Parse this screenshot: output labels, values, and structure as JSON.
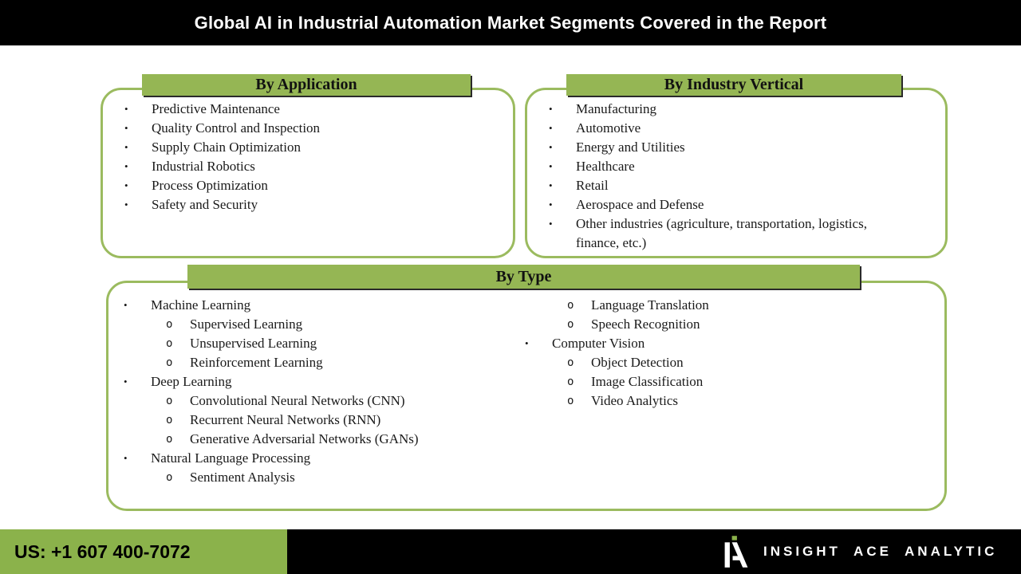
{
  "title": "Global AI in Industrial Automation Market Segments Covered in the Report",
  "colors": {
    "green": "#95b654",
    "black": "#000000",
    "white": "#ffffff"
  },
  "markers": {
    "disc": "•",
    "circle": "o"
  },
  "boxes": {
    "application": {
      "header": "By Application",
      "items": [
        "Predictive Maintenance",
        "Quality Control and Inspection",
        "Supply Chain Optimization",
        "Industrial Robotics",
        "Process Optimization",
        "Safety and Security"
      ]
    },
    "industry": {
      "header": "By Industry Vertical",
      "items": [
        "Manufacturing",
        "Automotive",
        "Energy and Utilities",
        "Healthcare",
        "Retail",
        "Aerospace and Defense",
        "Other industries (agriculture, transportation, logistics, finance, etc.)"
      ]
    },
    "type": {
      "header": "By Type",
      "left_column": [
        {
          "level": 1,
          "text": "Machine Learning"
        },
        {
          "level": 2,
          "text": "Supervised Learning"
        },
        {
          "level": 2,
          "text": "Unsupervised Learning"
        },
        {
          "level": 2,
          "text": "Reinforcement Learning"
        },
        {
          "level": 1,
          "text": "Deep Learning"
        },
        {
          "level": 2,
          "text": "Convolutional Neural Networks (CNN)"
        },
        {
          "level": 2,
          "text": "Recurrent Neural Networks (RNN)"
        },
        {
          "level": 2,
          "text": "Generative Adversarial Networks (GANs)"
        },
        {
          "level": 1,
          "text": "Natural Language Processing"
        },
        {
          "level": 2,
          "text": "Sentiment Analysis"
        }
      ],
      "right_column": [
        {
          "level": 2,
          "text": "Language Translation"
        },
        {
          "level": 2,
          "text": "Speech Recognition"
        },
        {
          "level": 1,
          "text": "Computer Vision"
        },
        {
          "level": 2,
          "text": "Object Detection"
        },
        {
          "level": 2,
          "text": "Image Classification"
        },
        {
          "level": 2,
          "text": "Video Analytics"
        }
      ]
    }
  },
  "footer": {
    "phone": "US: +1 607 400-7072",
    "brand": "INSIGHT ACE ANALYTIC"
  }
}
